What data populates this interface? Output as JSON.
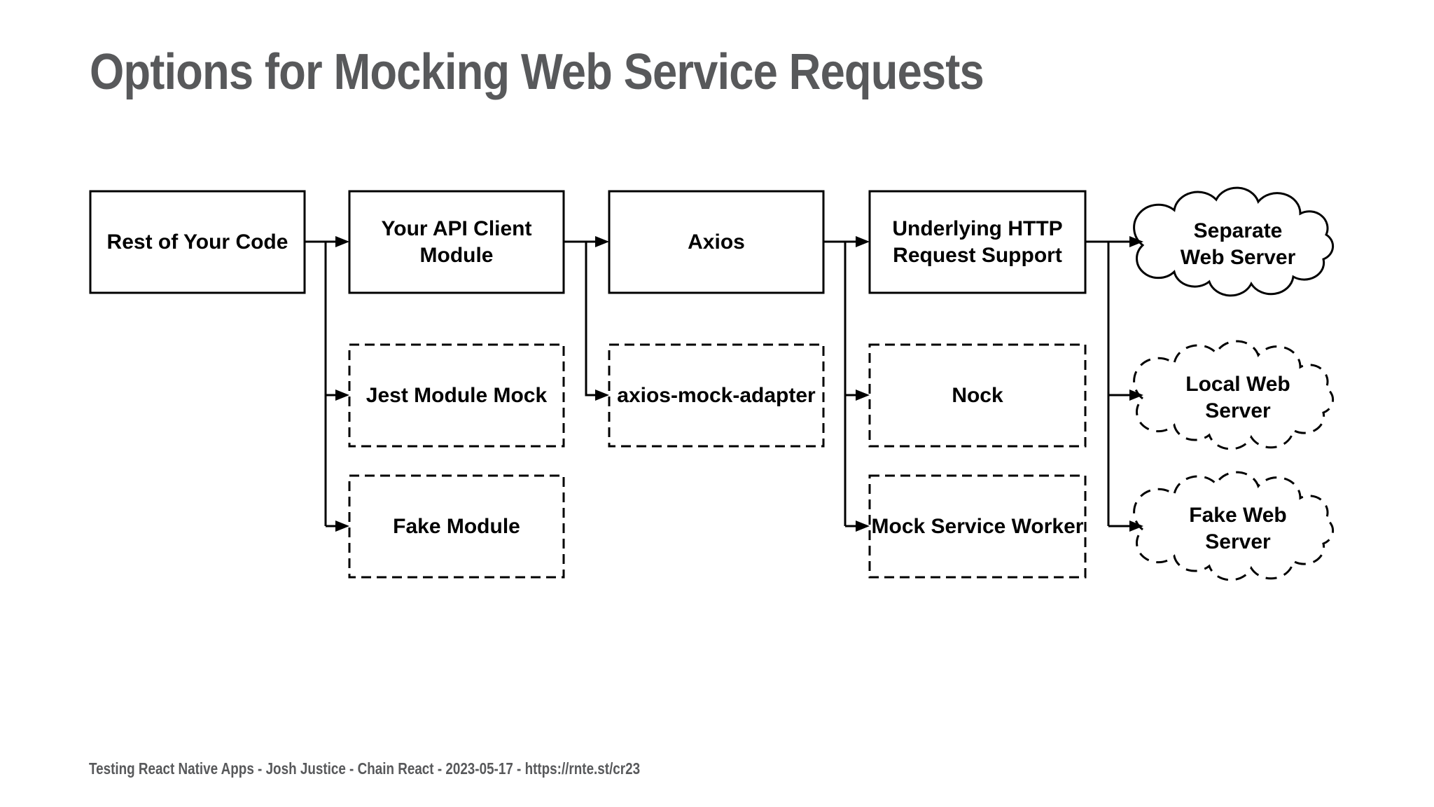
{
  "title": "Options for Mocking Web Service Requests",
  "footer": "Testing React Native Apps - Josh Justice - Chain React - 2023-05-17 - https://rnte.st/cr23",
  "colors": {
    "background": "#FFFFFF",
    "diagram_line": "#000000",
    "node_fill": "#FFFFFF",
    "node_text": "#000000",
    "heading_text": "#58595B"
  },
  "nodes": {
    "rest_of_your_code": {
      "label": "Rest of Your Code",
      "shape": "solid-box"
    },
    "your_api_client_module": {
      "label": "Your API Client Module",
      "shape": "solid-box"
    },
    "axios": {
      "label": "Axios",
      "shape": "solid-box"
    },
    "underlying_http_request_support": {
      "label": "Underlying HTTP Request Support",
      "shape": "solid-box"
    },
    "separate_web_server": {
      "label": "Separate Web Server",
      "shape": "solid-cloud"
    },
    "jest_module_mock": {
      "label": "Jest Module Mock",
      "shape": "dashed-box"
    },
    "axios_mock_adapter": {
      "label": "axios-mock-adapter",
      "shape": "dashed-box"
    },
    "nock": {
      "label": "Nock",
      "shape": "dashed-box"
    },
    "local_web_server": {
      "label": "Local Web Server",
      "shape": "dashed-cloud"
    },
    "fake_module": {
      "label": "Fake Module",
      "shape": "dashed-box"
    },
    "mock_service_worker": {
      "label": "Mock Service Worker",
      "shape": "dashed-box"
    },
    "fake_web_server": {
      "label": "Fake Web Server",
      "shape": "dashed-cloud"
    }
  },
  "edges": [
    {
      "from": "rest_of_your_code",
      "to": "your_api_client_module"
    },
    {
      "from": "your_api_client_module",
      "to": "axios"
    },
    {
      "from": "axios",
      "to": "underlying_http_request_support"
    },
    {
      "from": "underlying_http_request_support",
      "to": "separate_web_server"
    },
    {
      "from": "rest_of_your_code",
      "to": "jest_module_mock"
    },
    {
      "from": "rest_of_your_code",
      "to": "fake_module"
    },
    {
      "from": "your_api_client_module",
      "to": "axios_mock_adapter"
    },
    {
      "from": "axios",
      "to": "nock"
    },
    {
      "from": "axios",
      "to": "mock_service_worker"
    },
    {
      "from": "underlying_http_request_support",
      "to": "local_web_server"
    },
    {
      "from": "underlying_http_request_support",
      "to": "fake_web_server"
    }
  ]
}
